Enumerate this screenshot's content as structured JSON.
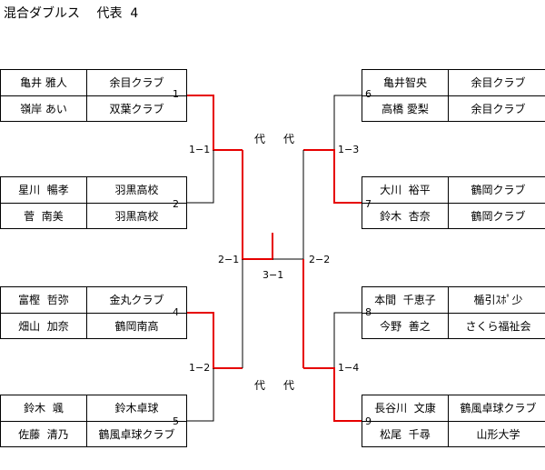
{
  "title": "混合ダブルス　 代表  4",
  "colors": {
    "win": "#e60000",
    "line": "#000000"
  },
  "teams": [
    {
      "no": "1",
      "players": [
        {
          "name": "亀井 雅人",
          "club": "余目クラブ"
        },
        {
          "name": "嶺岸 あい",
          "club": "双葉クラブ"
        }
      ]
    },
    {
      "no": "2",
      "players": [
        {
          "name": "星川  暢孝",
          "club": "羽黒高校"
        },
        {
          "name": "菅  南美",
          "club": "羽黒高校"
        }
      ]
    },
    {
      "no": "4",
      "players": [
        {
          "name": "富樫  哲弥",
          "club": "金丸クラブ"
        },
        {
          "name": "畑山  加奈",
          "club": "鶴岡南高"
        }
      ]
    },
    {
      "no": "5",
      "players": [
        {
          "name": "鈴木  颯",
          "club": "鈴木卓球"
        },
        {
          "name": "佐藤  清乃",
          "club": "鶴風卓球クラブ"
        }
      ]
    },
    {
      "no": "6",
      "players": [
        {
          "name": "亀井智央",
          "club": "余目クラブ"
        },
        {
          "name": "高橋 愛梨",
          "club": "余目クラブ"
        }
      ]
    },
    {
      "no": "7",
      "players": [
        {
          "name": "大川  裕平",
          "club": "鶴岡クラブ"
        },
        {
          "name": "鈴木  杏奈",
          "club": "鶴岡クラブ"
        }
      ]
    },
    {
      "no": "8",
      "players": [
        {
          "name": "本間  千恵子",
          "club": "楯引ｽﾎﾟ少"
        },
        {
          "name": "今野  善之",
          "club": "さくら福祉会"
        }
      ]
    },
    {
      "no": "9",
      "players": [
        {
          "name": "長谷川  文康",
          "club": "鶴風卓球クラブ"
        },
        {
          "name": "松尾  千尋",
          "club": "山形大学"
        }
      ]
    }
  ],
  "matches": {
    "m1_1": "1−1",
    "m1_2": "1−2",
    "m1_3": "1−3",
    "m1_4": "1−4",
    "m2_1": "2−1",
    "m2_2": "2−2",
    "m3_1": "3−1"
  },
  "rep_labels": {
    "a": "代",
    "b": "代",
    "c": "代",
    "d": "代"
  }
}
